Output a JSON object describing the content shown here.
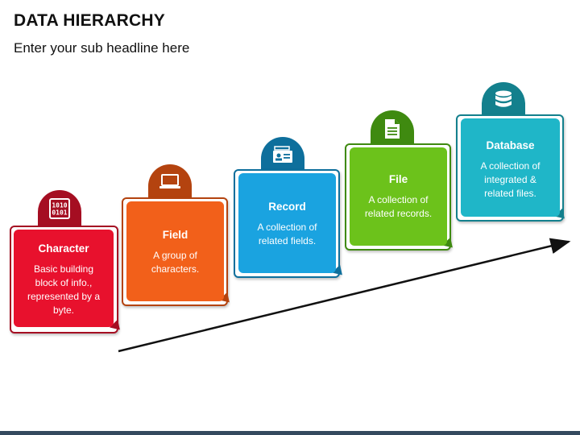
{
  "header": {
    "title": "DATA HIERARCHY",
    "subtitle": "Enter your sub headline here"
  },
  "colors": {
    "character": "#e8112d",
    "field": "#f2601a",
    "record": "#1aa3e0",
    "file": "#6cc21b",
    "database": "#1fb6c8"
  },
  "steps": [
    {
      "title": "Character",
      "description": "Basic building block of info., represented by a byte.",
      "icon": "binary-code-icon"
    },
    {
      "title": "Field",
      "description": "A group of characters.",
      "icon": "laptop-icon"
    },
    {
      "title": "Record",
      "description": "A collection of related fields.",
      "icon": "id-card-icon"
    },
    {
      "title": "File",
      "description": "A collection of related records.",
      "icon": "document-icon"
    },
    {
      "title": "Database",
      "description": "A collection of integrated & related files.",
      "icon": "database-icon"
    }
  ]
}
